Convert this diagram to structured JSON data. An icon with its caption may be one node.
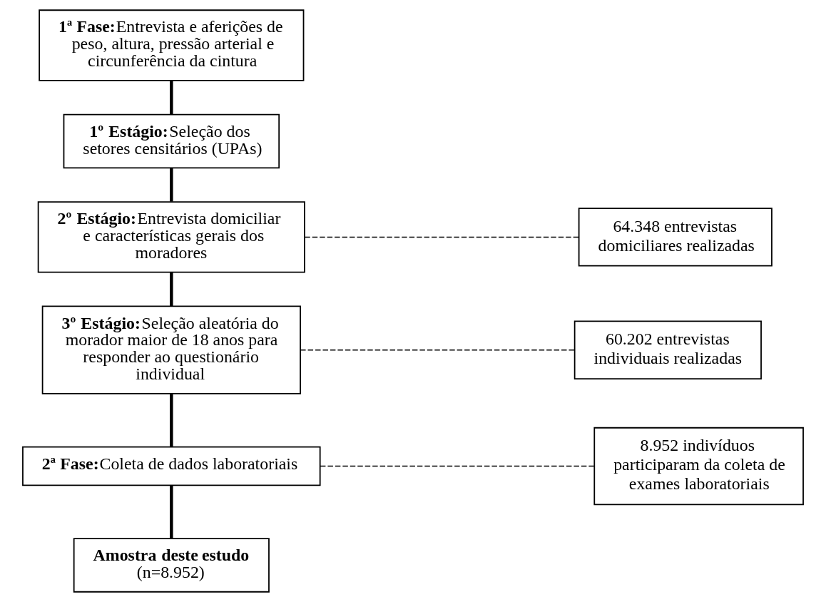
{
  "diagram": {
    "nodes": [
      {
        "text": [
          "1ª Fase:",
          "Entrevista e aferições de peso, altura, pressão arterial e circunferência da cintura"
        ]
      },
      {
        "text": [
          "1º Estágio:",
          "Seleção dos setores censitários (UPAs)"
        ]
      },
      {
        "text": [
          "2º Estágio:",
          "Entrevista domiciliar e características gerais dos moradores"
        ]
      },
      {
        "text": [
          "3º Estágio:",
          "Seleção aleatória do morador maior de 18 anos para responder ao questionário individual"
        ]
      },
      {
        "text": [
          "2ª Fase:",
          "Coleta de dados laboratoriais"
        ]
      },
      {
        "text": [
          "Amostra deste estudo",
          "(n=8.952)"
        ]
      },
      {
        "text": [
          "64.348 entrevistas domiciliares realizadas"
        ]
      },
      {
        "text": [
          "60.202 entrevistas individuais realizadas"
        ]
      },
      {
        "text": [
          "8.952 indivíduos participaram da coleta de exames laboratoriais"
        ]
      }
    ],
    "edges": [
      {
        "from": 0,
        "to": 1,
        "arrow": "none"
      },
      {
        "from": 1,
        "to": 2,
        "arrow": "none"
      },
      {
        "from": 2,
        "to": 3,
        "arrow": "none"
      },
      {
        "from": 3,
        "to": 4,
        "arrow": "none"
      },
      {
        "from": 4,
        "to": 5,
        "arrow": "none"
      },
      {
        "from": 2,
        "to": 6,
        "arrow": "none",
        "style": "dashed"
      },
      {
        "from": 3,
        "to": 7,
        "arrow": "none",
        "style": "dashed"
      },
      {
        "from": 4,
        "to": 8,
        "arrow": "none",
        "style": "dashed"
      }
    ]
  }
}
